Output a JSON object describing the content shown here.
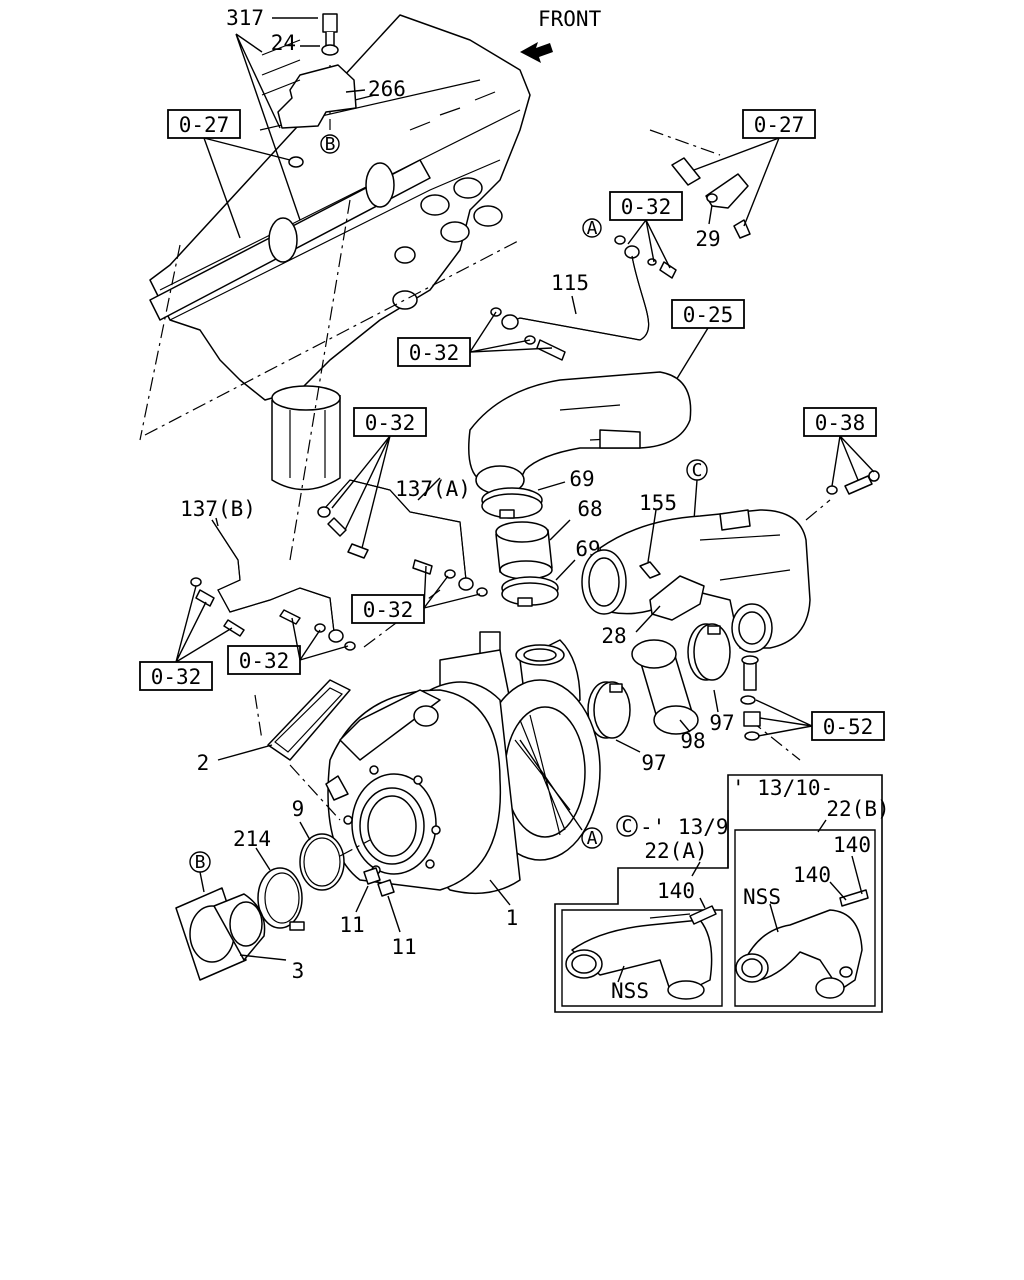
{
  "header": {
    "direction_label": "FRONT"
  },
  "ref_boxes": {
    "r027_left": "0-27",
    "r027_right": "0-27",
    "r032_top": "0-32",
    "r032_mid": "0-32",
    "r025": "0-25",
    "r032_center": "0-32",
    "r038": "0-38",
    "r032_lower": "0-32",
    "r032_lower_left": "0-32",
    "r032_far_left": "0-32",
    "r052": "0-52"
  },
  "parts": {
    "p317": "317",
    "p24": "24",
    "p266": "266",
    "p29": "29",
    "p115": "115",
    "p137a": "137(A)",
    "p137b": "137(B)",
    "p69_top": "69",
    "p68": "68",
    "p69_bottom": "69",
    "p155": "155",
    "p28": "28",
    "p97_right": "97",
    "p98": "98",
    "p97_left": "97",
    "p2": "2",
    "p9": "9",
    "p214": "214",
    "p3": "3",
    "p11_a": "11",
    "p11_b": "11",
    "p1": "1"
  },
  "markers": {
    "a_top": "A",
    "a_turbo": "A",
    "b_top": "B",
    "b_flange": "B",
    "c_top": "C"
  },
  "inset": {
    "period_new": "' 13/10-",
    "code_b": "22(B)",
    "period_old_marker": "C",
    "period_old": "-' 13/9",
    "code_a": "22(A)",
    "a_140": "140",
    "a_nss": "NSS",
    "b_140_upper": "140",
    "b_140_lower": "140",
    "b_nss": "NSS"
  }
}
